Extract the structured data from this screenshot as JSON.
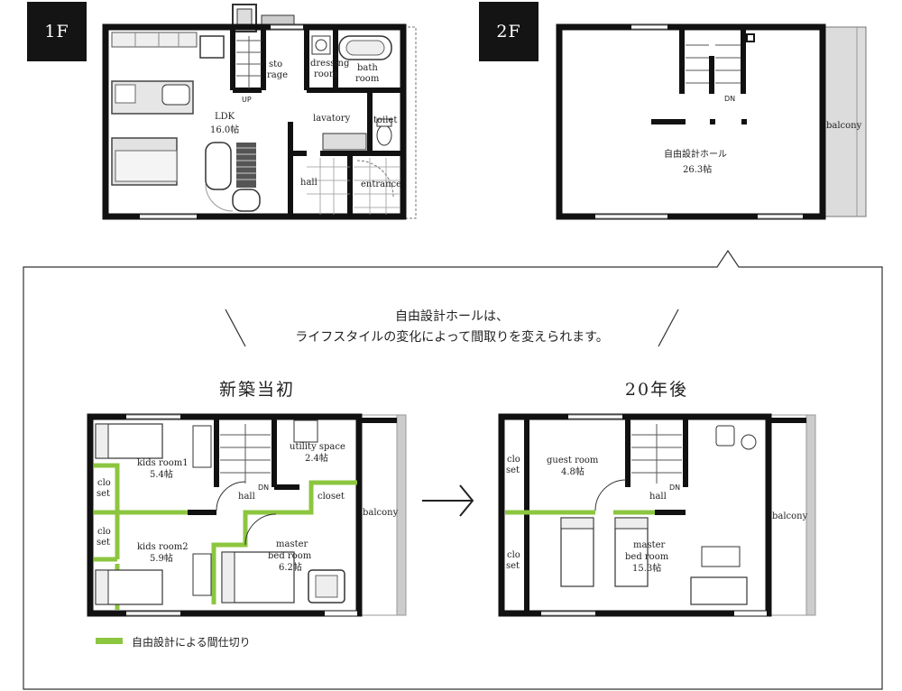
{
  "floor1": {
    "tag": "1F",
    "rooms": {
      "ldk": "LDK",
      "ldk_area": "16.0帖",
      "storage_1": "sto",
      "storage_2": "rage",
      "dressing_1": "dressing",
      "dressing_2": "room",
      "bath_1": "bath",
      "bath_2": "room",
      "lavatory": "lavatory",
      "toilet": "toilet",
      "hall": "hall",
      "entrance": "entrance",
      "up": "UP"
    }
  },
  "floor2": {
    "tag": "2F",
    "rooms": {
      "hall": "自由設計ホール",
      "hall_area": "26.3帖",
      "balcony": "balcony",
      "dn": "DN"
    }
  },
  "callout": {
    "line1": "自由設計ホールは、",
    "line2": "ライフスタイルの変化によって間取りを変えられます。"
  },
  "plan_initial": {
    "title": "新築当初",
    "rooms": {
      "kids1": "kids room1",
      "kids1_area": "5.4帖",
      "kids2": "kids room2",
      "kids2_area": "5.9帖",
      "closet_a_1": "clo",
      "closet_a_2": "set",
      "closet_b_1": "clo",
      "closet_b_2": "set",
      "utility": "utility space",
      "utility_area": "2.4帖",
      "closet": "closet",
      "hall": "hall",
      "dn": "DN",
      "master_1": "master",
      "master_2": "bed room",
      "master_area": "6.2帖",
      "balcony": "balcony"
    }
  },
  "plan_after": {
    "title": "20年後",
    "rooms": {
      "guest": "guest room",
      "guest_area": "4.8帖",
      "closet_a_1": "clo",
      "closet_a_2": "set",
      "closet_b_1": "clo",
      "closet_b_2": "set",
      "hall": "hall",
      "dn": "DN",
      "master_1": "master",
      "master_2": "bed room",
      "master_area": "15.3帖",
      "balcony": "balcony"
    }
  },
  "legend": {
    "label": "自由設計による間仕切り",
    "color": "#8cc63f"
  },
  "arrow": "→"
}
